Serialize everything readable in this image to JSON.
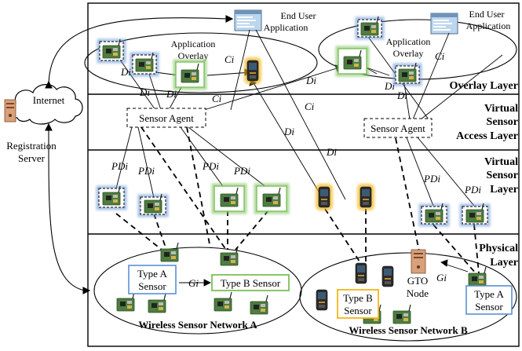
{
  "layers": {
    "overlay": "Overlay Layer",
    "virtual_access_1": "Virtual",
    "virtual_access_2": "Sensor",
    "virtual_access_3": "Access Layer",
    "virtual_sensor_1": "Virtual",
    "virtual_sensor_2": "Sensor",
    "virtual_sensor_3": "Layer",
    "physical_1": "Physical",
    "physical_2": "Layer"
  },
  "left": {
    "internet": "Internet",
    "registration_1": "Registration",
    "registration_2": "Server"
  },
  "end_user_1": "End User",
  "end_user_2": "Application",
  "app_overlay_1": "Application",
  "app_overlay_2": "Overlay",
  "sensor_agent": "Sensor Agent",
  "edge_labels": {
    "di": "Di",
    "ci": "Ci",
    "pdi": "PDi",
    "gi": "Gi"
  },
  "nodes": {
    "type_a": "Type A",
    "sensor": "Sensor",
    "type_b_sensor": "Type B Sensor",
    "type_b": "Type B",
    "gto": "GTO",
    "node": "Node"
  },
  "networks": {
    "wsn_a": "Wireless Sensor Network A",
    "wsn_b": "Wireless Sensor Network B"
  },
  "colors": {
    "blue_glow": "#5b8fd6",
    "green_glow": "#7cc05a",
    "yellow_glow": "#f2b619",
    "board": "#3f7a3a",
    "window_blue": "#bcd6ef"
  }
}
